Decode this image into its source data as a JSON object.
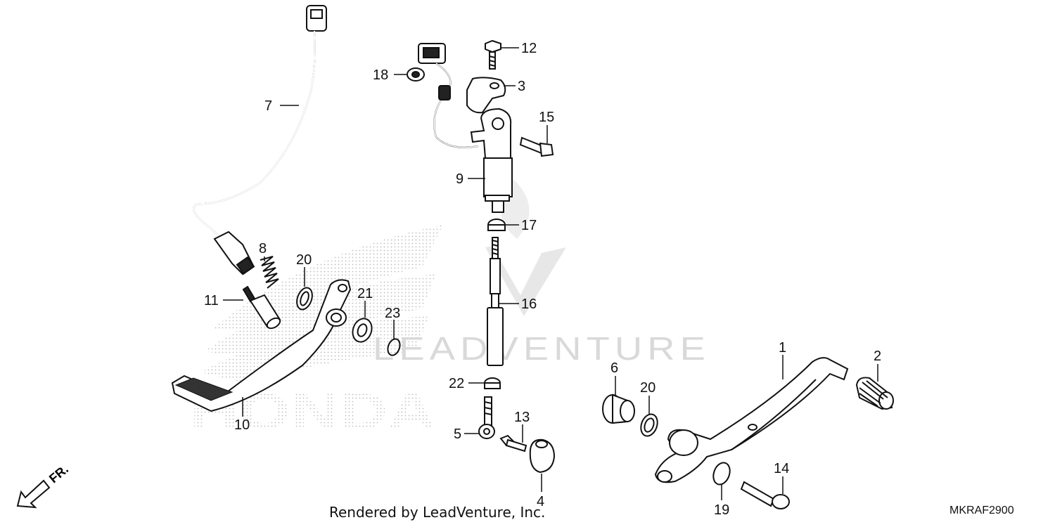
{
  "callouts": {
    "c1": "1",
    "c2": "2",
    "c3": "3",
    "c4": "4",
    "c5": "5",
    "c6": "6",
    "c7": "7",
    "c8": "8",
    "c9": "9",
    "c10": "10",
    "c11": "11",
    "c12": "12",
    "c13": "13",
    "c14": "14",
    "c15": "15",
    "c16": "16",
    "c17": "17",
    "c18": "18",
    "c19": "19",
    "c20a": "20",
    "c20b": "20",
    "c21": "21",
    "c22": "22",
    "c23": "23"
  },
  "watermark": {
    "brand": "HONDA",
    "dealer": "LEADVENTURE"
  },
  "direction": {
    "label": "FR."
  },
  "footer": {
    "credit": "Rendered by LeadVenture, Inc.",
    "code": "MKRAF2900"
  },
  "colors": {
    "line": "#111111",
    "watermark": "#c8c8c8",
    "background": "#ffffff"
  }
}
